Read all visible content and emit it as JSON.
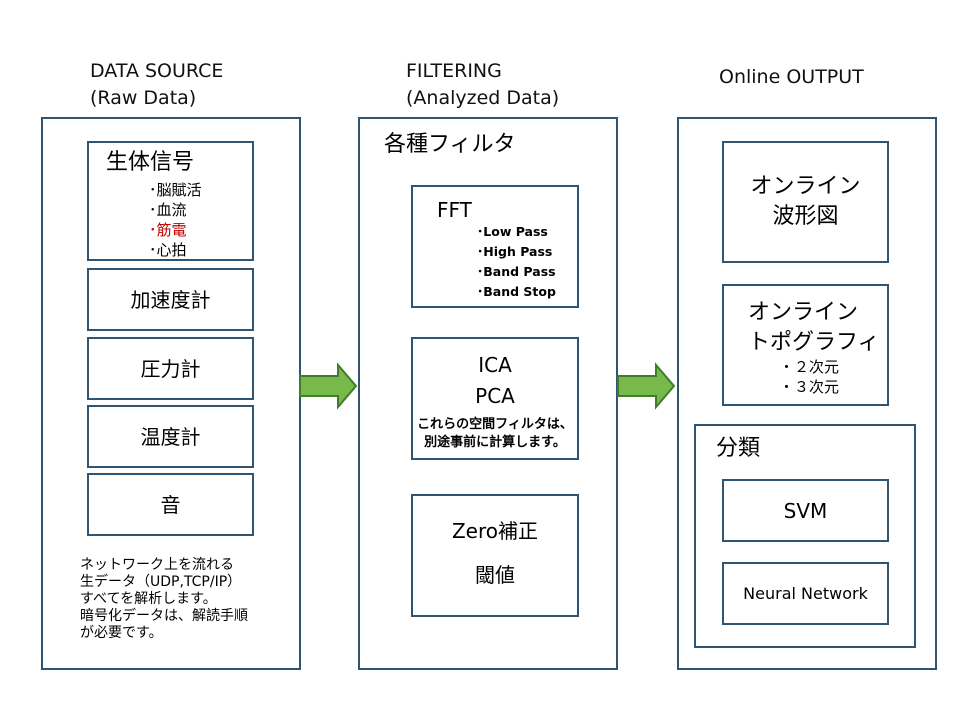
{
  "columns": {
    "source": {
      "title": "DATA SOURCE",
      "subtitle": "(Raw Data)"
    },
    "filtering": {
      "title": "FILTERING",
      "subtitle": "(Analyzed Data)"
    },
    "output": {
      "title": "Online OUTPUT"
    }
  },
  "source": {
    "bio": {
      "title": "生体信号",
      "items": [
        "脳賦活",
        "血流",
        "筋電",
        "心拍"
      ],
      "highlight_color": "#c00000"
    },
    "accel": "加速度計",
    "pressure": "圧力計",
    "temp": "温度計",
    "sound": "音",
    "note": [
      "ネットワーク上を流れる",
      "生データ（UDP,TCP/IP）",
      "すべてを解析します。",
      "暗号化データは、解読手順",
      "が必要です。"
    ]
  },
  "filtering": {
    "title": "各種フィルタ",
    "fft": {
      "title": "FFT",
      "items": [
        "Low Pass",
        "High Pass",
        "Band Pass",
        "Band Stop"
      ]
    },
    "ica": {
      "line1": "ICA",
      "line2": "PCA",
      "note1": "これらの空間フィルタは、",
      "note2": "別途事前に計算します。"
    },
    "zero": {
      "line1": "Zero補正",
      "line2": "閾値"
    }
  },
  "output": {
    "wave": {
      "line1": "オンライン",
      "line2": "波形図"
    },
    "topo": {
      "line1": "オンライン",
      "line2": "トポグラフィ",
      "items": [
        "・２次元",
        "・３次元"
      ]
    },
    "classify": {
      "title": "分類",
      "svm": "SVM",
      "nn": "Neural Network"
    }
  },
  "colors": {
    "border": "#2f5573",
    "arrow_fill": "#77b94a",
    "arrow_stroke": "#3f7d2a"
  }
}
